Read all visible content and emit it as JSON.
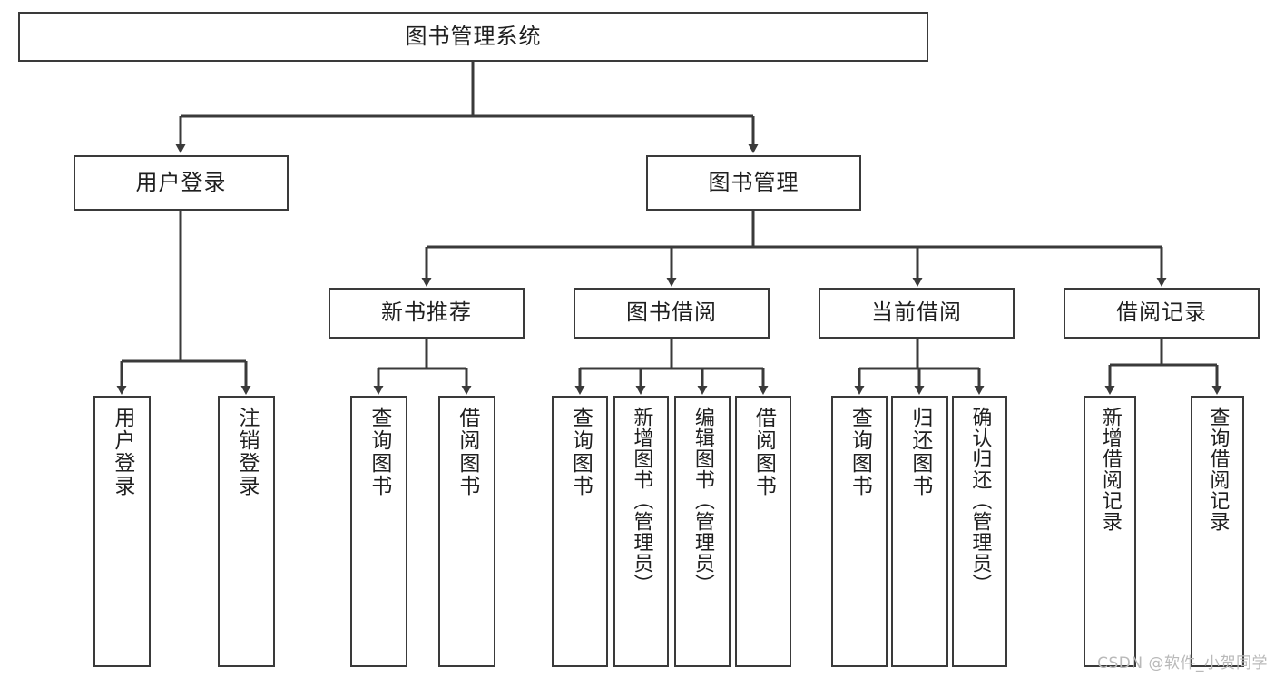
{
  "diagram": {
    "type": "tree",
    "title": "图书管理系统",
    "watermark": "CSDN @软件_小贺同学",
    "nodes": {
      "root": {
        "label": "图书管理系统"
      },
      "l2": [
        {
          "id": "user-login",
          "label": "用户登录"
        },
        {
          "id": "book-manage",
          "label": "图书管理"
        }
      ],
      "l3": [
        {
          "id": "new-book-recommend",
          "label": "新书推荐"
        },
        {
          "id": "book-borrow",
          "label": "图书借阅"
        },
        {
          "id": "current-borrow",
          "label": "当前借阅"
        },
        {
          "id": "borrow-record",
          "label": "借阅记录"
        }
      ],
      "leaves": [
        {
          "id": "leaf-user-login",
          "label": "用户登录",
          "parent": "user-login"
        },
        {
          "id": "leaf-user-logout",
          "label": "注销登录",
          "parent": "user-login"
        },
        {
          "id": "leaf-query-book-1",
          "label": "查询图书",
          "parent": "new-book-recommend"
        },
        {
          "id": "leaf-borrow-book-1",
          "label": "借阅图书",
          "parent": "new-book-recommend"
        },
        {
          "id": "leaf-query-book-2",
          "label": "查询图书",
          "parent": "book-borrow"
        },
        {
          "id": "leaf-add-book",
          "label": "新增图书（管理员）",
          "parent": "book-borrow"
        },
        {
          "id": "leaf-edit-book",
          "label": "编辑图书（管理员）",
          "parent": "book-borrow"
        },
        {
          "id": "leaf-borrow-book-2",
          "label": "借阅图书",
          "parent": "book-borrow"
        },
        {
          "id": "leaf-query-book-3",
          "label": "查询图书",
          "parent": "current-borrow"
        },
        {
          "id": "leaf-return-book",
          "label": "归还图书",
          "parent": "current-borrow"
        },
        {
          "id": "leaf-confirm-return",
          "label": "确认归还（管理员）",
          "parent": "current-borrow"
        },
        {
          "id": "leaf-add-record",
          "label": "新增借阅记录",
          "parent": "borrow-record"
        },
        {
          "id": "leaf-query-record",
          "label": "查询借阅记录",
          "parent": "borrow-record"
        }
      ]
    },
    "colors": {
      "stroke": "#3a3a3a",
      "fill": "#ffffff",
      "text": "#1f1f1f",
      "watermark": "#b9b9b9"
    }
  }
}
